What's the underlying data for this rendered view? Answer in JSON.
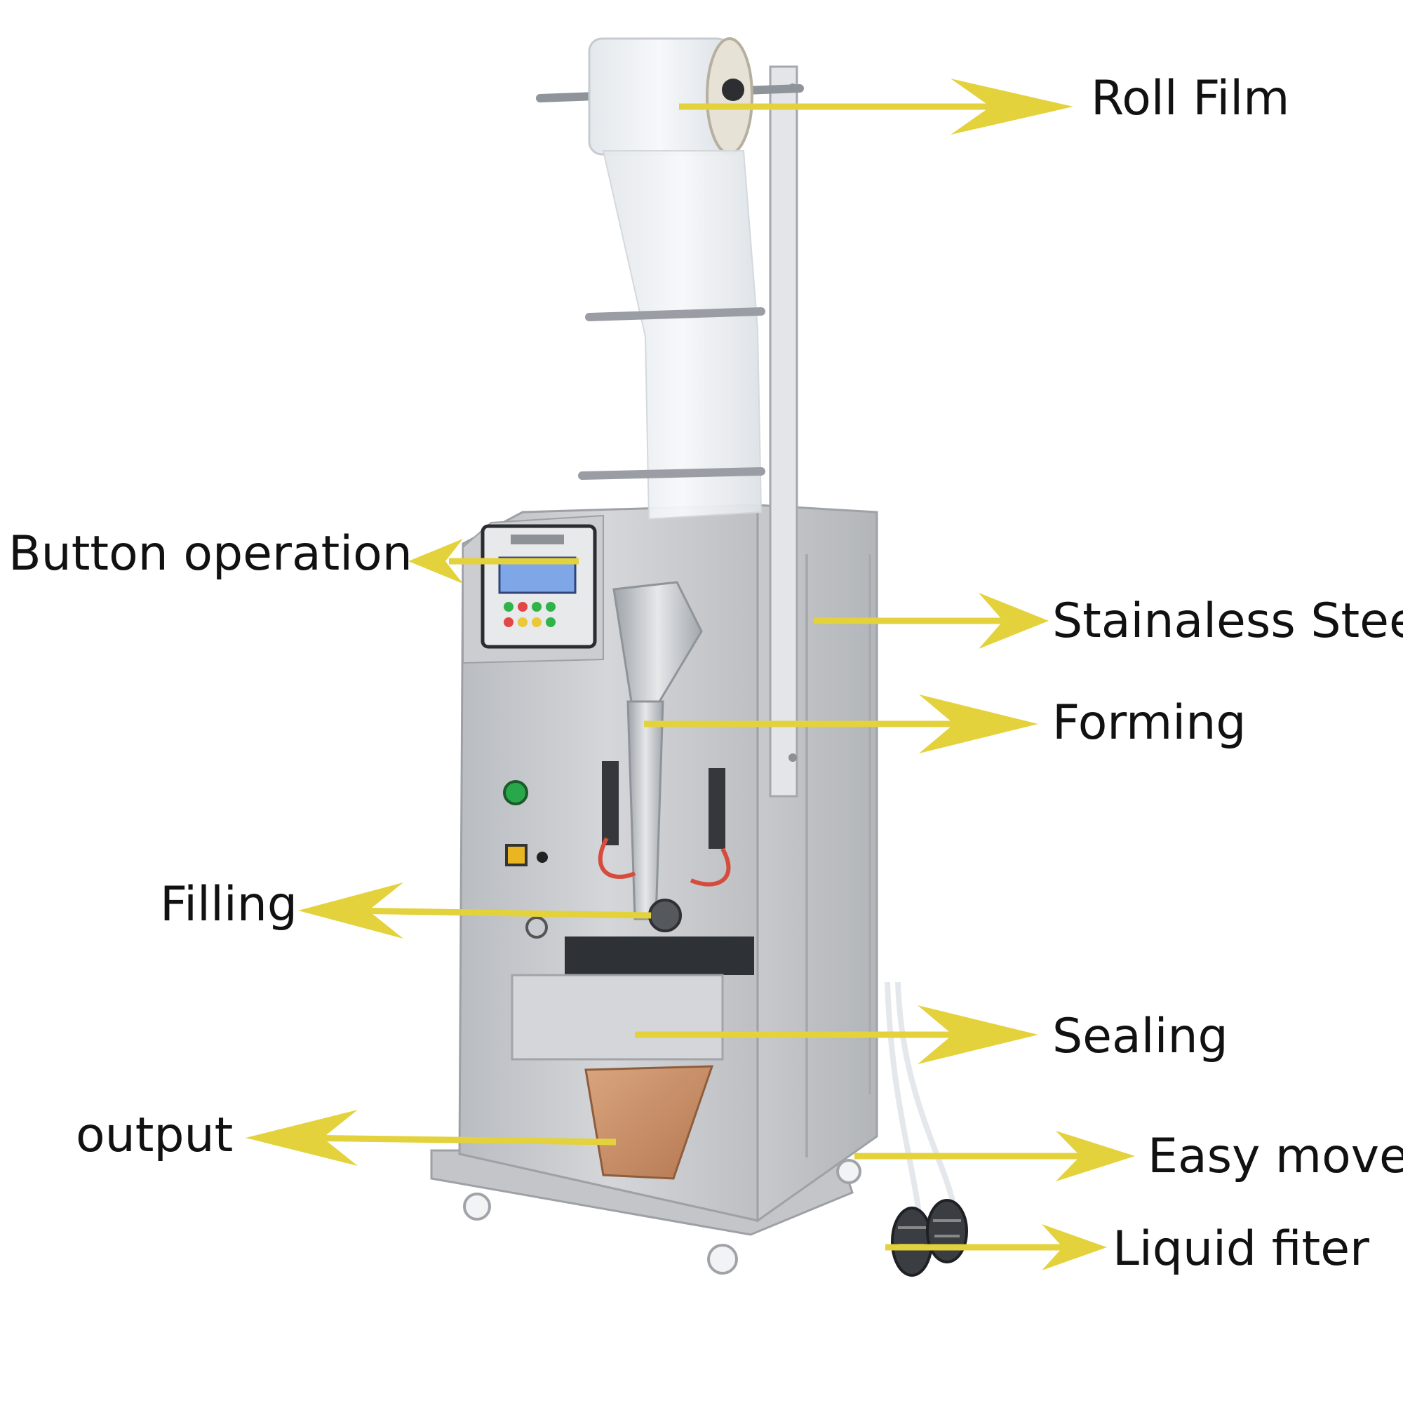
{
  "labels": {
    "roll_film": "Roll Film",
    "button_operation": "Button operation",
    "stainless_steel": "Stainaless Steel",
    "forming": "Forming",
    "filling": "Filling",
    "sealing": "Sealing",
    "output": "output",
    "easy_move": "Easy move",
    "liquid_filter": "Liquid fiter"
  },
  "colors": {
    "arrow": "#E3D23C",
    "machine_body": "#C9CBCF",
    "machine_shadow": "#A9ACB1",
    "film": "#EEF1F4",
    "label_text": "#111111"
  }
}
